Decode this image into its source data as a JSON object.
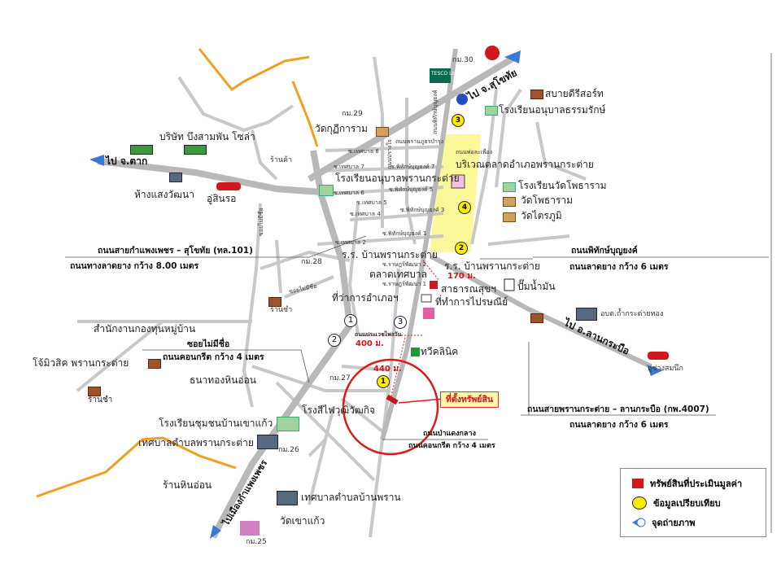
{
  "colors": {
    "road": "#c8c8c8",
    "main_road": "#b8b8b8",
    "orange_road": "#f0a020",
    "market_zone": "#fbf89a",
    "circle": "#dd1a1a",
    "arrow": "#3a78d8"
  },
  "directions": {
    "to_sukhothai": "ไป จ.สุโขทัย",
    "to_tak": "ไป จ.ตาก",
    "to_lankrabue": "ไป อ.ลานกระบือ",
    "to_kamphaeng": "ไปเมืองกำแพงเพชร"
  },
  "km_markers": [
    "กม.30",
    "กม.29",
    "กม.28",
    "กม.27",
    "กม.26",
    "กม.25"
  ],
  "places": {
    "sabaidee": "สบายดีรีสอร์ท",
    "anuban_tham": "โรงเรียนอนุบาลธรรมรักษ์",
    "wat_kuti": "วัดกุฏีการาม",
    "solar": "บริษัท บึงสามพัน โซล่า",
    "shop1": "ร้านค้า",
    "saengwatthana": "ห้างแสงวัฒนา",
    "garage_sinrot": "อู่สินรอ",
    "anuban_pran": "โรงเรียนอนุบาลพรานกระต่าย",
    "market_area": "บริเวณตลาดอำเภอพรานกระต่าย",
    "school_pho": "โรงเรียนวัดโพธาราม",
    "wat_pho": "วัดโพธาราม",
    "wat_trai": "วัดไตรภูมิ",
    "school_ban1": "ร.ร. บ้านพรานกระต่าย",
    "market_muni": "ตลาดเทศบาล",
    "school_ban2": "ร.ร. บ้านพรานกระต่าย",
    "health": "สาธารณสุขฯ",
    "gas": "ปั๊มน้ำมัน",
    "district_office": "ที่ว่าการอำเภอฯ",
    "post": "ที่ทำการไปรษณีย์",
    "grocery1": "ร้านชำ",
    "obt": "อบต.ถ้ำกระต่ายทอง",
    "village_fund": "สำนักงานกองทุนหมู่บ้าน",
    "clinic": "ทวีคลินิค",
    "jo_music": "โจ้มิวสิค พรานกระต่าย",
    "garage_somnuek": "อู่ช่างสมนึก",
    "thanathong": "ธนาทองหินอ่อน",
    "grocery2": "ร้านชำ",
    "rice_mill": "โรงสีไฟวุฒิวัฒกิจ",
    "school_khaokaeo": "โรงเรียนชุมชนบ้านเขาแก้ว",
    "muni_pran": "เทศบาลตำบลพรานกระต่าย",
    "marble": "ร้านหินอ่อน",
    "muni_banpran": "เทศบาลตำบลบ้านพราน",
    "wat_khaokaeo": "วัดเขาแก้ว",
    "tesco": "TESCO Lotus"
  },
  "streets": {
    "s_tb8": "ซ.เทศบาล 8",
    "s_tb7": "ซ.เทศบาล 7",
    "s_tb6": "ซ.เทศบาล 6",
    "s_tb5": "ซ.เทศบาล 5",
    "s_tb4": "ซ.เทศบาล 4",
    "s_tb2": "ซ.เทศบาล 2",
    "s_pt7": "ซ.พิทักษ์บุญยงค์ 7",
    "s_pt5": "ซ.พิทักษ์บุญยงค์ 5",
    "s_pt3": "ซ.พิทักษ์บุญยงค์ 3",
    "s_pt1": "ซ.พิทักษ์บุญยงค์ 1",
    "pran_phu": "ถนนพรานภูธรบำรุง",
    "pho_la": "ถนนพ่อละเพื่อง",
    "phithak": "ถนนพิทักษ์บุญยงค์",
    "prang_jai": "ถนนปรางใจ",
    "rat2": "ซ.ราษฎร์พัฒนา 2",
    "rat1": "ซ.ราษฎร์พัฒนา 1",
    "no_name_v": "ซอยไม่มีชื่อ",
    "no_name_s": "ซอยไม่มีชื่อ",
    "prawet": "ถนนประเวชไพรวัน"
  },
  "road_notes": {
    "hw101_name": "ถนนสายกำแพงเพชร – สุโขทัย (ทล.101)",
    "hw101_desc": "ถนนทางลาดยาง กว้าง 8.00 เมตร",
    "phithak_name": "ถนนพิทักษ์บุญยงค์",
    "phithak_desc": "ถนนลาดยาง กว้าง 6 เมตร",
    "soi_name": "ซอยไม่มีชื่อ",
    "soi_desc": "ถนนคอนกรีต กว้าง 4 เมตร",
    "kp4007_name": "ถนนสายพรานกระต่าย – ลานกระบือ (กพ.4007)",
    "kp4007_desc": "ถนนลาดยาง กว้าง 6 เมตร",
    "padaeng_name": "ถนนป่าแดงกลาง",
    "padaeng_desc": "ถนนคอนกรีต กว้าง 4 เมตร"
  },
  "distances": {
    "d170": "170 ม.",
    "d400": "400 ม.",
    "d440": "440 ม."
  },
  "comparables": [
    "1",
    "2",
    "3",
    "4"
  ],
  "photo_points": [
    "1",
    "2",
    "3"
  ],
  "subject_label": "ที่ตั้งทรัพย์สิน",
  "legend": {
    "subject": "ทรัพย์สินที่ประเมินมูลค่า",
    "comparable": "ข้อมูลเปรียบเทียบ",
    "photo": "จุดถ่ายภาพ"
  }
}
